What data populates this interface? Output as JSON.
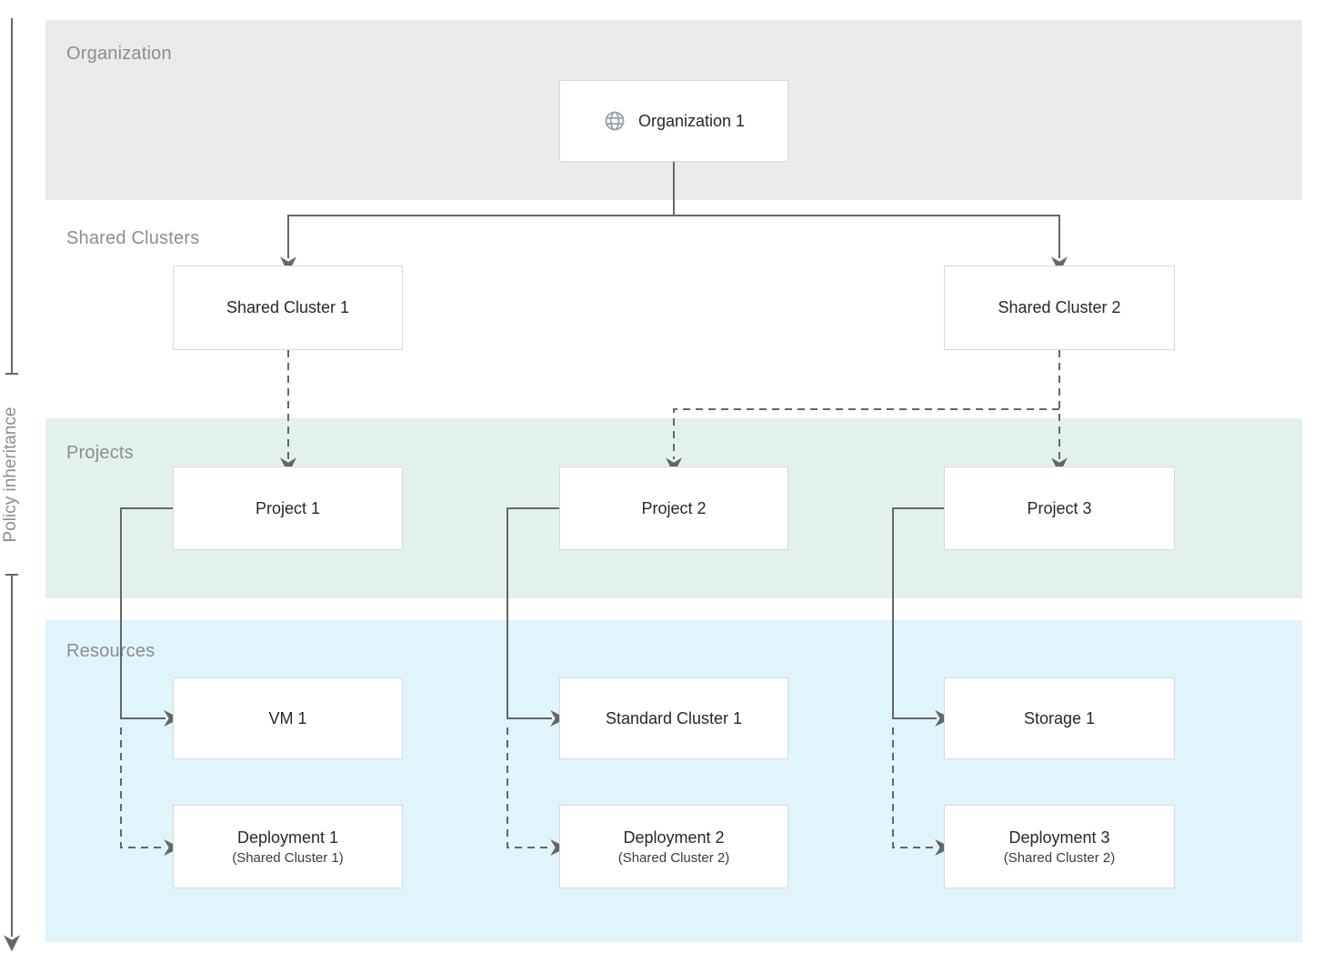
{
  "axis": {
    "label": "Policy inheritance"
  },
  "sections": {
    "organization": {
      "label": "Organization"
    },
    "shared_clusters": {
      "label": "Shared Clusters"
    },
    "projects": {
      "label": "Projects"
    },
    "resources": {
      "label": "Resources"
    }
  },
  "nodes": {
    "organization_1": {
      "label": "Organization 1",
      "icon": "globe-icon"
    },
    "shared_cluster_1": {
      "label": "Shared Cluster 1"
    },
    "shared_cluster_2": {
      "label": "Shared Cluster 2"
    },
    "project_1": {
      "label": "Project 1"
    },
    "project_2": {
      "label": "Project 2"
    },
    "project_3": {
      "label": "Project 3"
    },
    "vm_1": {
      "label": "VM 1"
    },
    "standard_cluster_1": {
      "label": "Standard Cluster 1"
    },
    "storage_1": {
      "label": "Storage 1"
    },
    "deployment_1": {
      "label": "Deployment 1",
      "sublabel": "(Shared Cluster 1)"
    },
    "deployment_2": {
      "label": "Deployment 2",
      "sublabel": "(Shared Cluster 2)"
    },
    "deployment_3": {
      "label": "Deployment 3",
      "sublabel": "(Shared Cluster 2)"
    }
  },
  "edges": [
    {
      "from": "organization_1",
      "to": "shared_cluster_1",
      "style": "solid"
    },
    {
      "from": "organization_1",
      "to": "shared_cluster_2",
      "style": "solid"
    },
    {
      "from": "shared_cluster_1",
      "to": "project_1",
      "style": "dashed"
    },
    {
      "from": "shared_cluster_2",
      "to": "project_2",
      "style": "dashed"
    },
    {
      "from": "shared_cluster_2",
      "to": "project_3",
      "style": "dashed"
    },
    {
      "from": "project_1",
      "to": "vm_1",
      "style": "solid"
    },
    {
      "from": "project_1",
      "to": "deployment_1",
      "style": "dashed"
    },
    {
      "from": "project_2",
      "to": "standard_cluster_1",
      "style": "solid"
    },
    {
      "from": "project_2",
      "to": "deployment_2",
      "style": "dashed"
    },
    {
      "from": "project_3",
      "to": "storage_1",
      "style": "solid"
    },
    {
      "from": "project_3",
      "to": "deployment_3",
      "style": "dashed"
    }
  ],
  "colors": {
    "organization_band": "#ebeae8",
    "projects_band": "#e2f2ea",
    "resources_band": "#dff4fb",
    "connector": "#666666",
    "section_label": "#8d8d8d",
    "node_text": "#282828",
    "node_border": "#d9d9d7",
    "globe_icon": "#9aa0a6"
  }
}
